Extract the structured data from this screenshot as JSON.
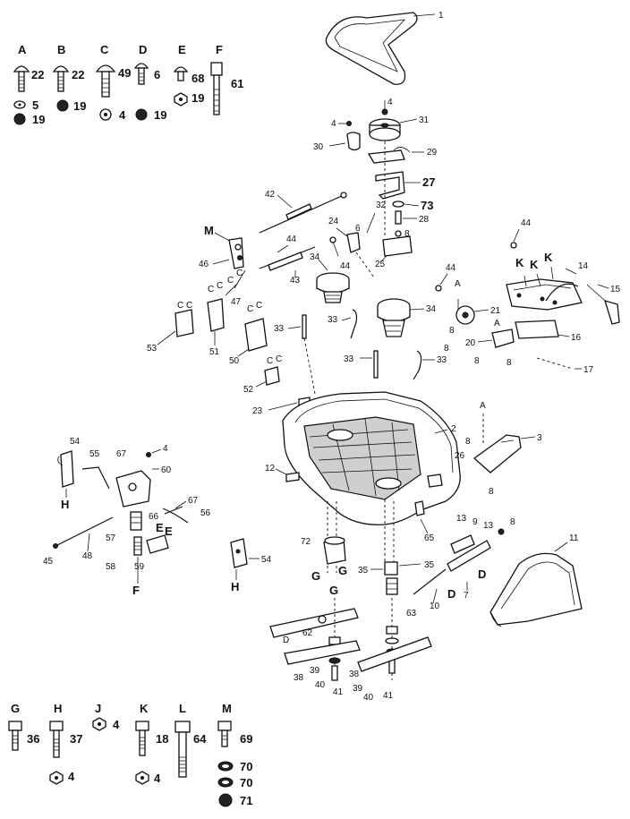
{
  "hardware_top": [
    {
      "letter": "A",
      "items": [
        "22",
        "5",
        "19"
      ]
    },
    {
      "letter": "B",
      "items": [
        "22",
        "19"
      ]
    },
    {
      "letter": "C",
      "items": [
        "49",
        "4"
      ]
    },
    {
      "letter": "D",
      "items": [
        "6",
        "19"
      ]
    },
    {
      "letter": "E",
      "items": [
        "68",
        "19"
      ]
    },
    {
      "letter": "F",
      "items": [
        "61"
      ]
    }
  ],
  "hardware_bottom": [
    {
      "letter": "G",
      "items": [
        "36"
      ]
    },
    {
      "letter": "H",
      "items": [
        "37",
        "4"
      ]
    },
    {
      "letter": "J",
      "items": [
        "4"
      ]
    },
    {
      "letter": "K",
      "items": [
        "18",
        "4"
      ]
    },
    {
      "letter": "L",
      "items": [
        "64"
      ]
    },
    {
      "letter": "M",
      "items": [
        "69",
        "70",
        "70",
        "71"
      ]
    }
  ],
  "callouts": {
    "c1": "1",
    "c4a": "4",
    "c31": "31",
    "c4b": "4",
    "c30": "30",
    "c29": "29",
    "c27": "27",
    "c73": "73",
    "c28": "28",
    "c8a": "8",
    "c32": "32",
    "c42a": "42",
    "c24": "24",
    "c6a": "6",
    "c25": "25",
    "cM": "M",
    "c46": "46",
    "c44a": "44",
    "c34a": "34",
    "c44b": "44",
    "c43": "43",
    "c47": "47",
    "cCa": "C",
    "cCb": "C",
    "c44c": "44",
    "cK1": "K",
    "cK2": "K",
    "cK3": "K",
    "c14": "14",
    "c15": "15",
    "c44d": "44",
    "cAa": "A",
    "c21": "21",
    "c34b": "34",
    "c33a": "33",
    "c33b": "33",
    "c33c": "33",
    "c33d": "33",
    "c53": "53",
    "c51": "51",
    "c50": "50",
    "c52": "52",
    "c20": "20",
    "c16": "16",
    "c8b": "8",
    "c8c": "8",
    "c8d": "8",
    "c17": "17",
    "c23": "23",
    "c2": "2",
    "c3": "3",
    "cAb": "A",
    "c8e": "8",
    "c26": "26",
    "c54a": "54",
    "c55": "55",
    "c4c": "4",
    "c60": "60",
    "c67a": "67",
    "c67b": "67",
    "c56": "56",
    "c66": "66",
    "c12": "12",
    "c57": "57",
    "cHa": "H",
    "c48": "48",
    "c45": "45",
    "c58": "58",
    "c59": "59",
    "cF": "F",
    "cEa": "E",
    "cEb": "E",
    "c54b": "54",
    "cHb": "H",
    "c72": "72",
    "c35a": "35",
    "c35b": "35",
    "c65": "65",
    "c13a": "13",
    "c9": "9",
    "c13b": "13",
    "c8f": "8",
    "c11": "11",
    "c7": "7",
    "cDa": "D",
    "cDb": "D",
    "c10": "10",
    "c63": "63",
    "cGa": "G",
    "cGb": "G",
    "cGc": "G",
    "c62": "62",
    "c38a": "38",
    "c39a": "39",
    "c40a": "40",
    "c41a": "41",
    "c38b": "38",
    "c39b": "39",
    "c40b": "40",
    "c41b": "41",
    "cD": "D",
    "cC": "C"
  }
}
